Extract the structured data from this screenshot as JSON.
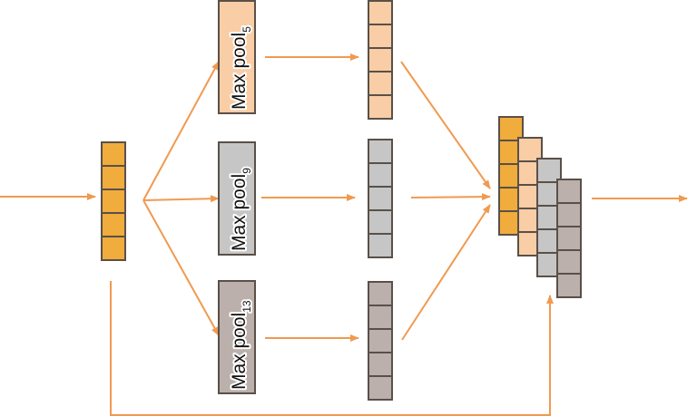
{
  "pools": [
    {
      "label": "Max pool",
      "subscript": "5",
      "fill": "#F9CDA5"
    },
    {
      "label": "Max pool",
      "subscript": "9",
      "fill": "#C6C6C6"
    },
    {
      "label": "Max pool",
      "subscript": "13",
      "fill": "#BBB0AB"
    }
  ],
  "colors": {
    "input": "#F0AC3C",
    "branch1": "#F9CDA5",
    "branch2": "#C6C6C6",
    "branch3": "#BBB0AB",
    "arrow": "#F09A50",
    "stroke": "#5A5049"
  }
}
